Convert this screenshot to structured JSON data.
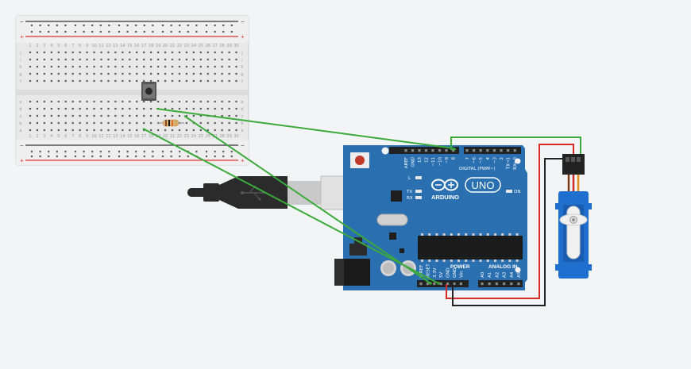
{
  "breadboard": {
    "rail_plus": "+",
    "rail_minus": "−",
    "column_numbers": [
      "1",
      "2",
      "3",
      "4",
      "5",
      "6",
      "7",
      "8",
      "9",
      "10",
      "11",
      "12",
      "13",
      "14",
      "15",
      "16",
      "17",
      "18",
      "19",
      "20",
      "21",
      "22",
      "23",
      "24",
      "25",
      "26",
      "27",
      "28",
      "29",
      "30"
    ],
    "row_letters_top": [
      "j",
      "i",
      "h",
      "g",
      "f"
    ],
    "row_letters_bottom": [
      "e",
      "d",
      "c",
      "b",
      "a"
    ]
  },
  "arduino": {
    "model": "UNO",
    "brand": "ARDUINO",
    "digital_label": "DIGITAL (PWM~)",
    "analog_label": "ANALOG IN",
    "power_label": "POWER",
    "on_label": "ON",
    "led_labels": [
      "L",
      "TX",
      "RX"
    ],
    "digital_pins": [
      "AREF",
      "GND",
      "13",
      "12",
      "~11",
      "~10",
      "~9",
      "8",
      "7",
      "~6",
      "~5",
      "4",
      "~3",
      "2",
      "TX→1",
      "RX←0"
    ],
    "power_pins": [
      "IOREF",
      "RESET",
      "3.3V",
      "5V",
      "GND",
      "GND",
      "Vin"
    ],
    "analog_pins": [
      "A0",
      "A1",
      "A2",
      "A3",
      "A4",
      "A5"
    ]
  },
  "colors": {
    "background": "#f2f4f5",
    "board_blue": "#2a6fb0",
    "wire_green": "#3aaa3a",
    "wire_red": "#d92a2a",
    "wire_black": "#222222",
    "servo_blue": "#1f6fcf"
  }
}
